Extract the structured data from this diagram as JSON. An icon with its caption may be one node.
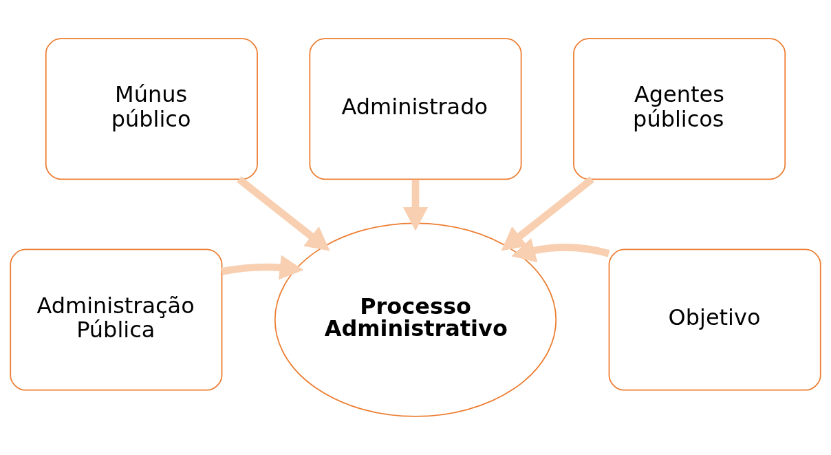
{
  "diagram": {
    "nodes": [
      {
        "text": [
          "Administrado"
        ]
      },
      {
        "text": [
          "Múnus público"
        ]
      },
      {
        "text": [
          "Agentes públicos"
        ]
      },
      {
        "text": [
          "Administração Pública"
        ]
      },
      {
        "text": [
          "Processo Administrativo"
        ]
      },
      {
        "text": [
          "Objetivo"
        ]
      }
    ],
    "edges": [
      {
        "from": 0,
        "to": 4,
        "arrow": "to"
      },
      {
        "from": 1,
        "to": 4,
        "arrow": "to"
      },
      {
        "from": 2,
        "to": 4,
        "arrow": "to"
      },
      {
        "from": 3,
        "to": 4,
        "arrow": "to"
      },
      {
        "from": 5,
        "to": 4,
        "arrow": "to"
      }
    ]
  }
}
